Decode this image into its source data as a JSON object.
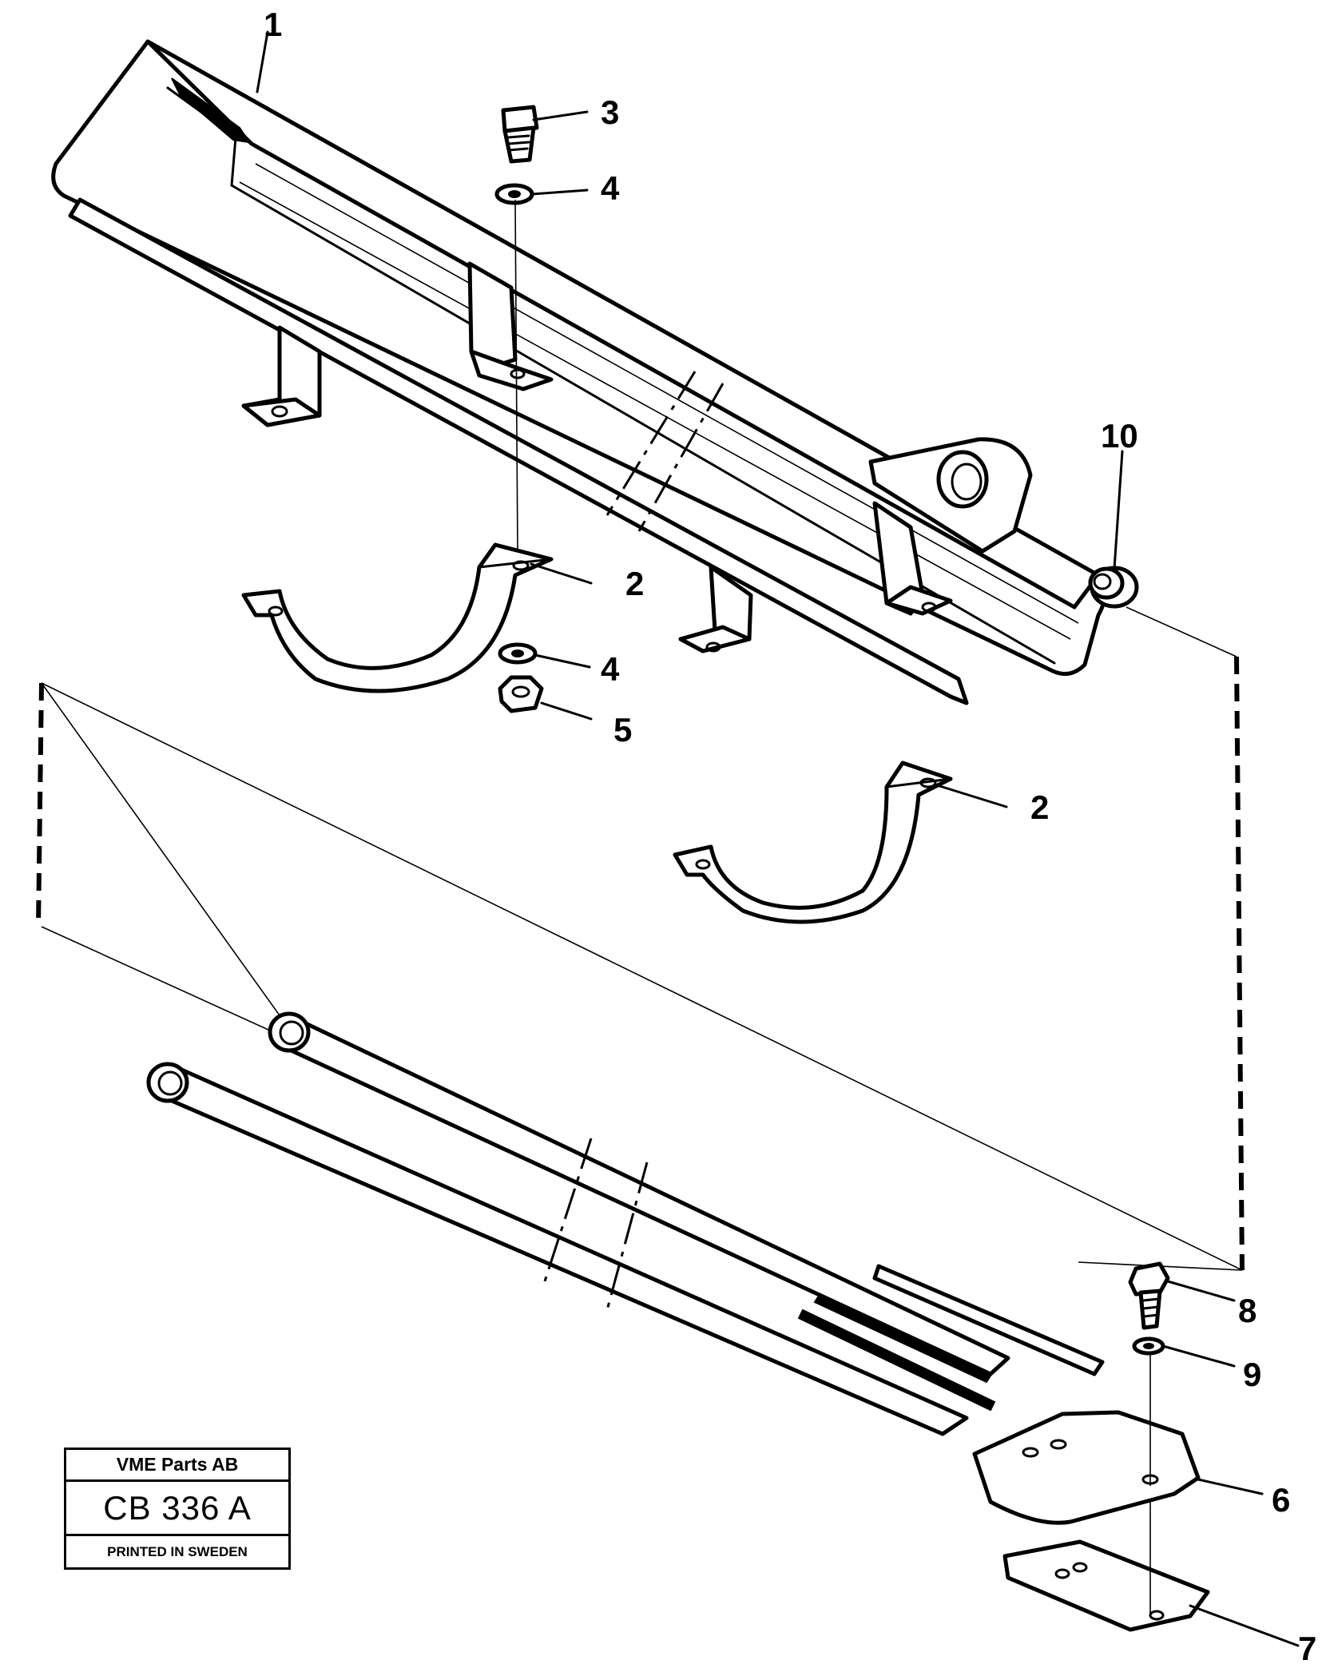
{
  "callouts": {
    "c1": "1",
    "c2a": "2",
    "c2b": "2",
    "c3": "3",
    "c4a": "4",
    "c4b": "4",
    "c5": "5",
    "c6": "6",
    "c7": "7",
    "c8": "8",
    "c9": "9",
    "c10": "10"
  },
  "title_block": {
    "company": "VME Parts AB",
    "drawing_number": "CB 336 A",
    "printed": "PRINTED IN SWEDEN"
  }
}
